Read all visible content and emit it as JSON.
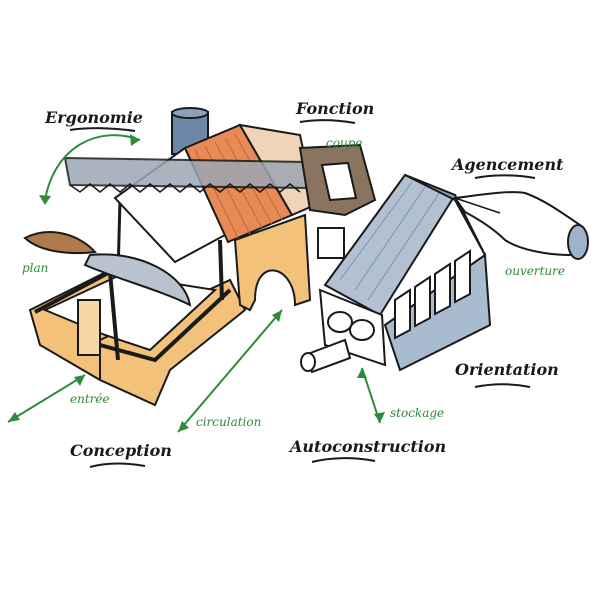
{
  "colors": {
    "ink": "#1a1a1a",
    "green": "#2e8b3a",
    "orange_wall": "#f3c17a",
    "roof_orange": "#e88a55",
    "blue_grey": "#9fb3c8",
    "saw_brown": "#8a7460",
    "leaf_brown": "#b07a4a"
  },
  "labels": {
    "ergonomie": "Ergonomie",
    "fonction": "Fonction",
    "coupe": "coupe",
    "agencement": "Agencement",
    "plan": "plan",
    "ouverture": "ouverture",
    "orientation": "Orientation",
    "entree": "entrée",
    "circulation": "circulation",
    "stockage": "stockage",
    "conception": "Conception",
    "autoconstruction": "Autoconstruction"
  }
}
